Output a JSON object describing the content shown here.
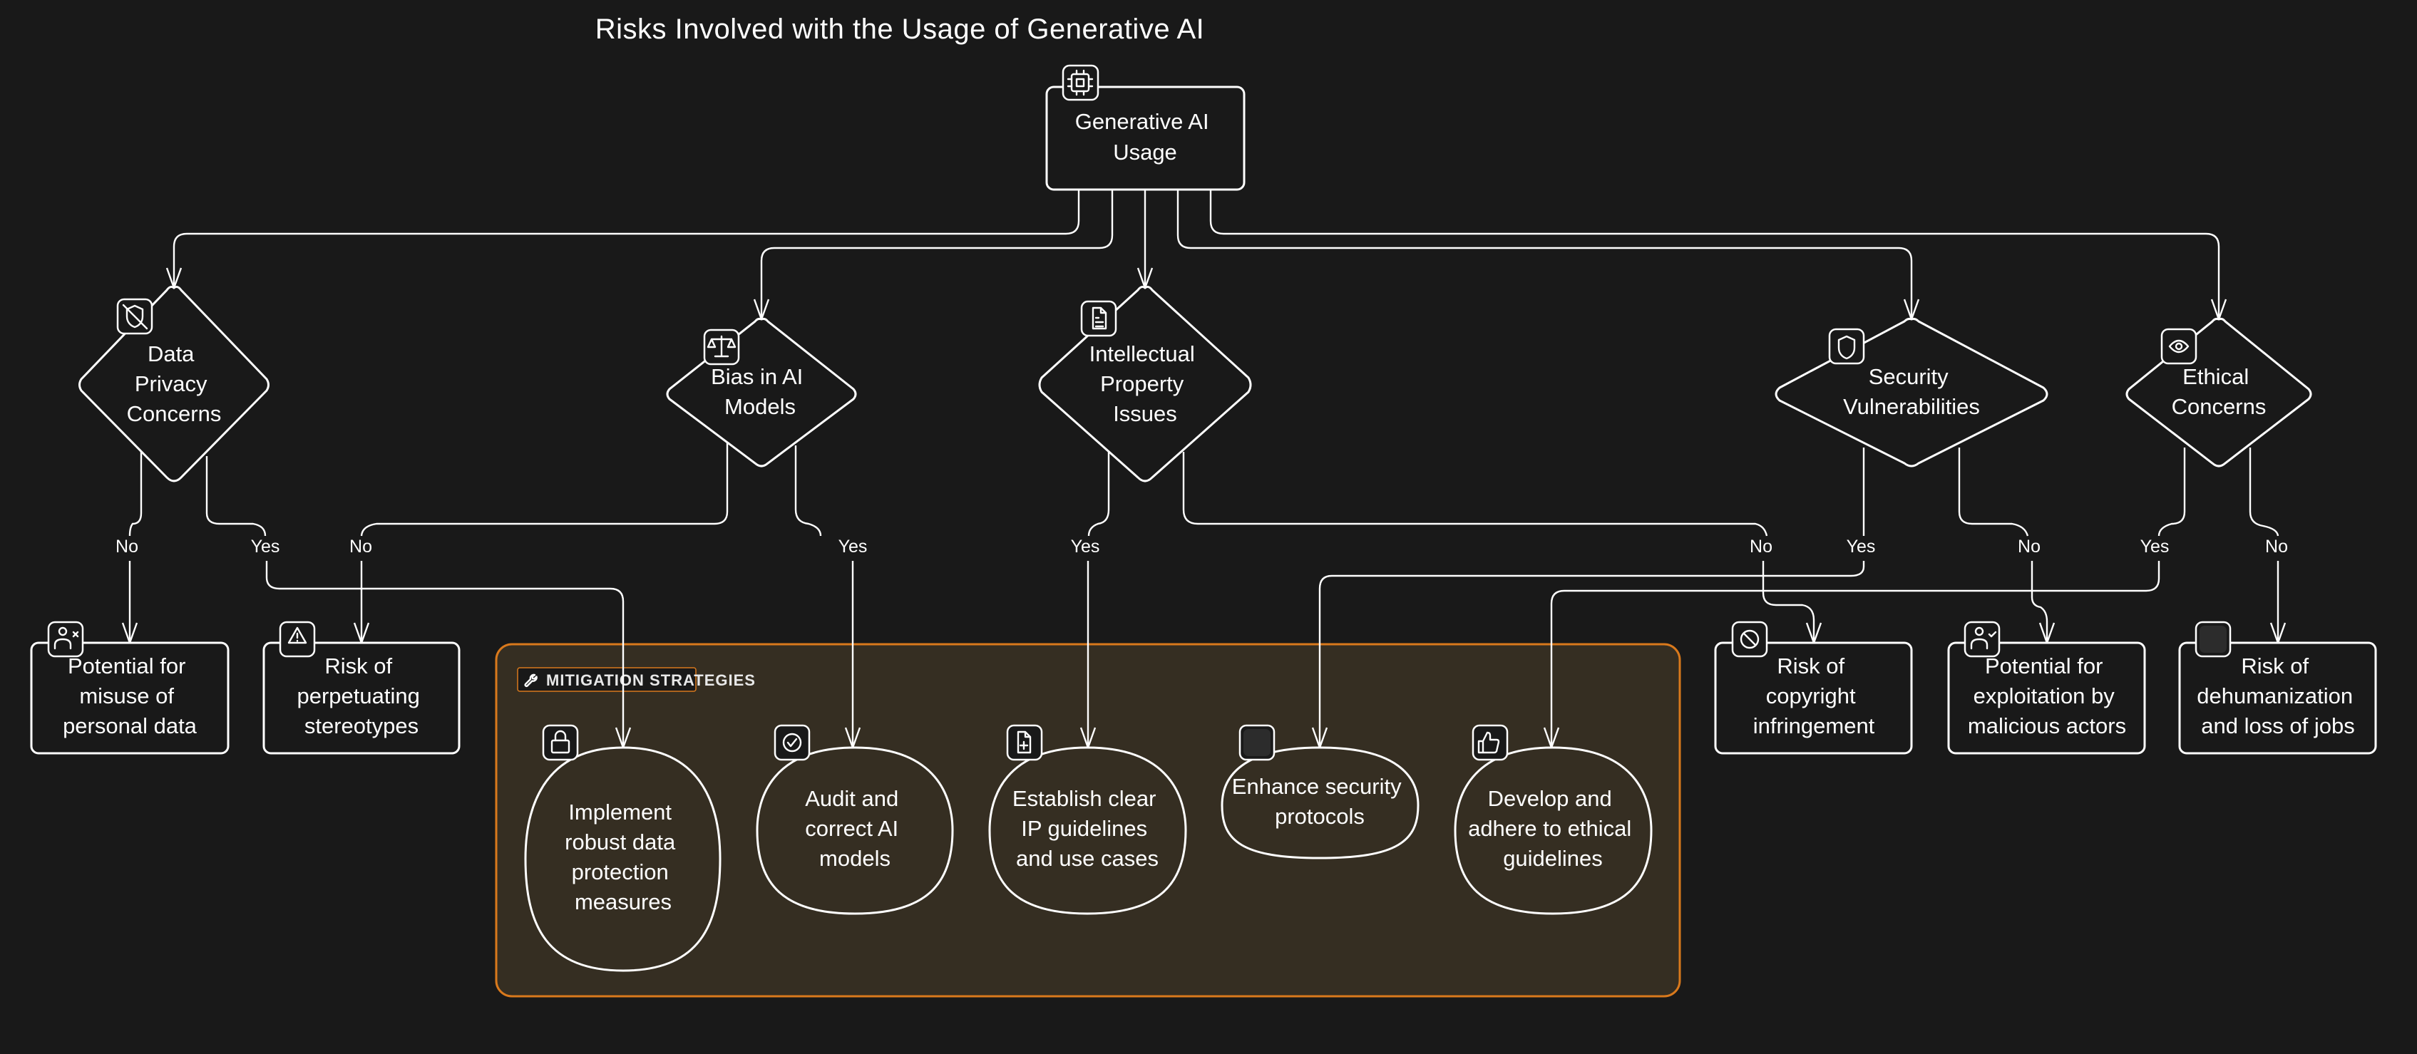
{
  "title": "Risks Involved with the Usage of Generative AI",
  "colors": {
    "background": "#191919",
    "stroke": "#ffffff",
    "frame_fill": "#352e22",
    "frame_border": "#d9791c"
  },
  "root": {
    "lines": [
      "Generative AI",
      "Usage"
    ],
    "icon": "cpu-icon"
  },
  "concerns": [
    {
      "id": "privacy",
      "lines": [
        "Data",
        "Privacy",
        "Concerns"
      ],
      "icon": "shield-off-icon"
    },
    {
      "id": "bias",
      "lines": [
        "Bias in AI",
        "Models"
      ],
      "icon": "scale-icon"
    },
    {
      "id": "ip",
      "lines": [
        "Intellectual",
        "Property",
        "Issues"
      ],
      "icon": "file-text-icon"
    },
    {
      "id": "security",
      "lines": [
        "Security",
        "Vulnerabilities"
      ],
      "icon": "shield-icon"
    },
    {
      "id": "ethical",
      "lines": [
        "Ethical",
        "Concerns"
      ],
      "icon": "eye-icon"
    }
  ],
  "risks": [
    {
      "id": "misuse",
      "lines": [
        "Potential for",
        "misuse of",
        "personal data"
      ],
      "icon": "user-x-icon"
    },
    {
      "id": "stereotypes",
      "lines": [
        "Risk of",
        "perpetuating",
        "stereotypes"
      ],
      "icon": "alert-triangle-icon"
    },
    {
      "id": "copyright",
      "lines": [
        "Risk of",
        "copyright",
        "infringement"
      ],
      "icon": "ban-icon"
    },
    {
      "id": "exploitation",
      "lines": [
        "Potential for",
        "exploitation by",
        "malicious actors"
      ],
      "icon": "user-check-icon"
    },
    {
      "id": "dehumanization",
      "lines": [
        "Risk of",
        "dehumanization",
        "and loss of jobs"
      ],
      "icon": "blank-icon"
    }
  ],
  "mitigation": {
    "label": "MITIGATION STRATEGIES",
    "label_icon": "wrench-icon",
    "strategies": [
      {
        "id": "protect",
        "lines": [
          "Implement",
          "robust data",
          "protection",
          "measures"
        ],
        "icon": "lock-icon"
      },
      {
        "id": "audit",
        "lines": [
          "Audit and",
          "correct AI",
          "models"
        ],
        "icon": "check-circle-icon"
      },
      {
        "id": "ipguide",
        "lines": [
          "Establish clear",
          "IP guidelines",
          "and use cases"
        ],
        "icon": "file-plus-icon"
      },
      {
        "id": "secproto",
        "lines": [
          "Enhance security",
          "protocols"
        ],
        "icon": "blank-icon"
      },
      {
        "id": "ethics",
        "lines": [
          "Develop and",
          "adhere to ethical",
          "guidelines"
        ],
        "icon": "thumbs-up-icon"
      }
    ]
  },
  "edges": [
    {
      "from": "root",
      "to": "privacy",
      "label": ""
    },
    {
      "from": "root",
      "to": "bias",
      "label": ""
    },
    {
      "from": "root",
      "to": "ip",
      "label": ""
    },
    {
      "from": "root",
      "to": "security",
      "label": ""
    },
    {
      "from": "root",
      "to": "ethical",
      "label": ""
    },
    {
      "from": "privacy",
      "to": "misuse",
      "label": "No"
    },
    {
      "from": "privacy",
      "to": "protect",
      "label": "Yes"
    },
    {
      "from": "bias",
      "to": "stereotypes",
      "label": "No"
    },
    {
      "from": "bias",
      "to": "audit",
      "label": "Yes"
    },
    {
      "from": "ip",
      "to": "ipguide",
      "label": "Yes"
    },
    {
      "from": "ip",
      "to": "copyright",
      "label": "No"
    },
    {
      "from": "security",
      "to": "secproto",
      "label": "Yes"
    },
    {
      "from": "security",
      "to": "exploitation",
      "label": "No"
    },
    {
      "from": "ethical",
      "to": "ethics",
      "label": "Yes"
    },
    {
      "from": "ethical",
      "to": "dehumanization",
      "label": "No"
    }
  ]
}
